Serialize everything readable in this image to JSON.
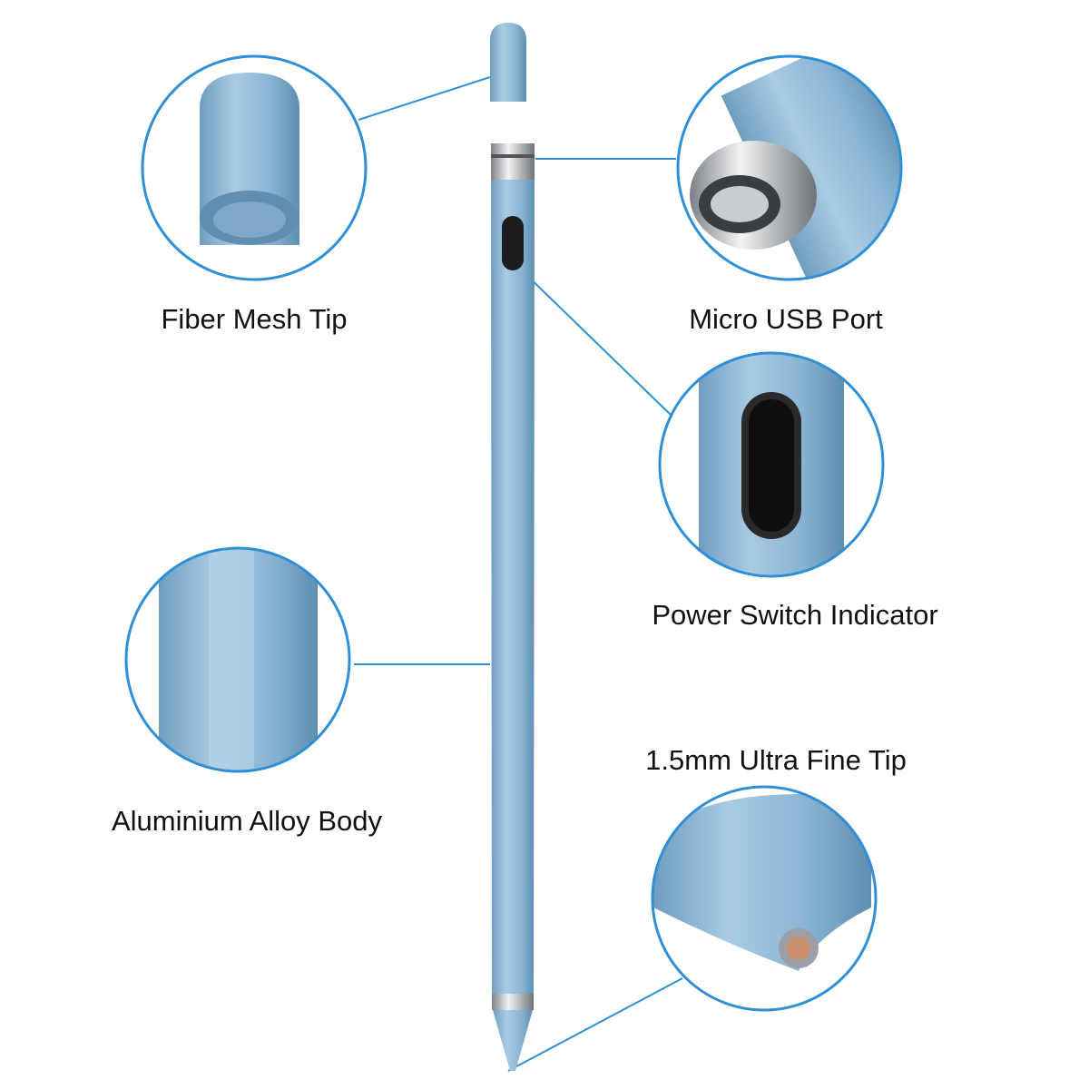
{
  "labels": {
    "fiber_mesh_tip": "Fiber Mesh Tip",
    "micro_usb_port": "Micro USB Port",
    "power_switch": "Power Switch Indicator",
    "alloy_body": "Aluminium Alloy Body",
    "fine_tip": "1.5mm Ultra Fine Tip"
  },
  "colors": {
    "callout_ring": "#2f8fd6",
    "pen_body": "#8db6d4",
    "pen_shadow": "#6d98b8",
    "metal": "#b9bcc0"
  }
}
